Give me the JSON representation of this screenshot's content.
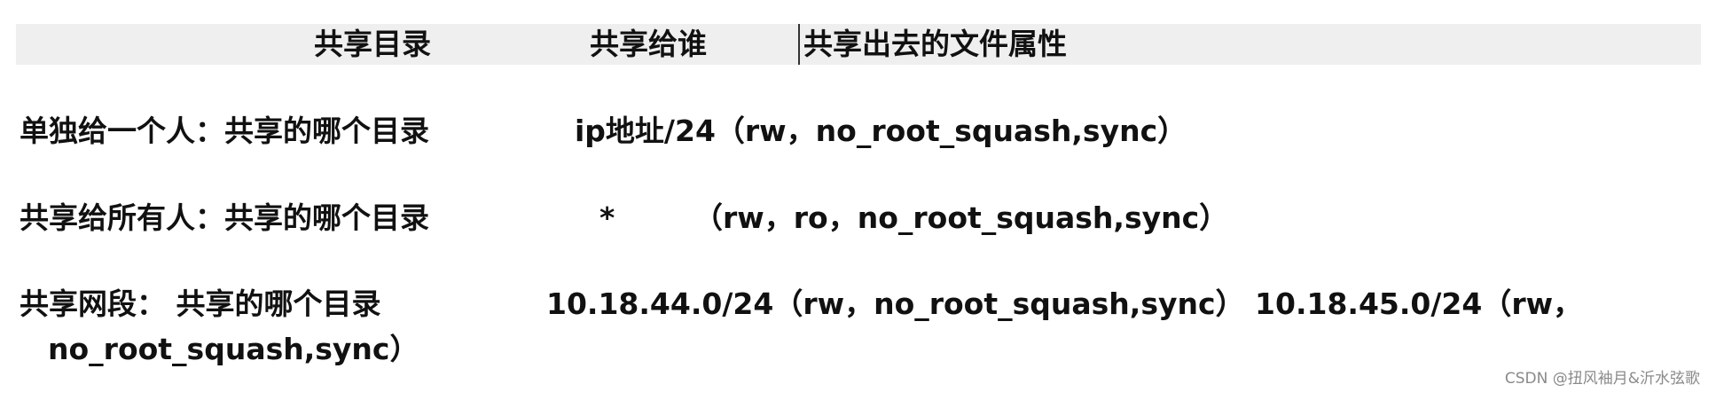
{
  "header": {
    "col_share_dir": "共享目录",
    "col_share_to": "共享给谁",
    "col_share_attr": "共享出去的文件属性"
  },
  "rows": [
    {
      "label": "单独给一个人：共享的哪个目录",
      "target": "ip地址/24（rw，no_root_squash,sync）"
    },
    {
      "label": "共享给所有人：共享的哪个目录",
      "target": "*",
      "attrs": "（rw，ro，no_root_squash,sync）"
    },
    {
      "label": "共享网段：  共享的哪个目录",
      "target": "10.18.44.0/24（rw，no_root_squash,sync）  10.18.45.0/24（rw，",
      "continuation": "no_root_squash,sync）"
    }
  ],
  "watermark": "CSDN @扭风袖月&沂水弦歌"
}
